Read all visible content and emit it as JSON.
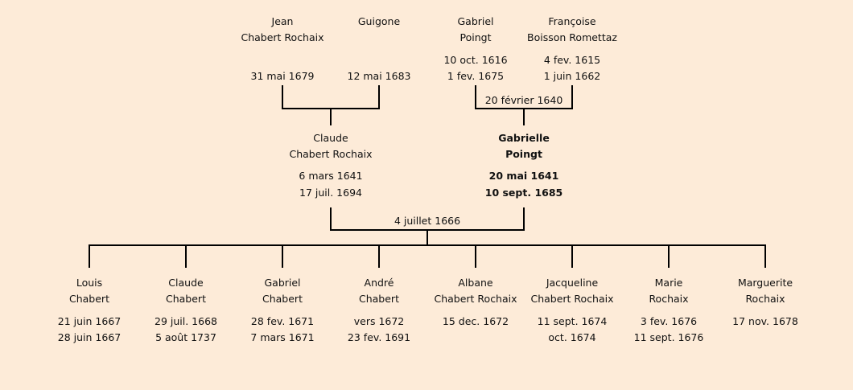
{
  "grandparents": [
    {
      "first": "Jean",
      "last": "Chabert Rochaix",
      "birth": "",
      "death": "31 mai 1679"
    },
    {
      "first": "Guigone",
      "last": "",
      "birth": "",
      "death": "12 mai 1683"
    },
    {
      "first": "Gabriel",
      "last": "Poingt",
      "birth": "10 oct. 1616",
      "death": "1 fev. 1675"
    },
    {
      "first": "Françoise",
      "last": "Boisson Romettaz",
      "birth": "4 fev. 1615",
      "death": "1 juin 1662"
    }
  ],
  "grandparents_marriage": "20 février 1640",
  "parents": [
    {
      "first": "Claude",
      "last": "Chabert Rochaix",
      "birth": "6 mars 1641",
      "death": "17 juil. 1694",
      "highlight": false
    },
    {
      "first": "Gabrielle",
      "last": "Poingt",
      "birth": "20 mai 1641",
      "death": "10 sept. 1685",
      "highlight": true
    }
  ],
  "parents_marriage": "4 juillet 1666",
  "children": [
    {
      "first": "Louis",
      "last": "Chabert",
      "birth": "21 juin 1667",
      "death": "28 juin 1667"
    },
    {
      "first": "Claude",
      "last": "Chabert",
      "birth": "29 juil. 1668",
      "death": "5 août 1737"
    },
    {
      "first": "Gabriel",
      "last": "Chabert",
      "birth": "28 fev. 1671",
      "death": "7 mars 1671"
    },
    {
      "first": "André",
      "last": "Chabert",
      "birth": "vers 1672",
      "death": "23 fev. 1691"
    },
    {
      "first": "Albane",
      "last": "Chabert Rochaix",
      "birth": "15 dec. 1672",
      "death": ""
    },
    {
      "first": "Jacqueline",
      "last": "Chabert Rochaix",
      "birth": "11 sept. 1674",
      "death": "oct. 1674"
    },
    {
      "first": "Marie",
      "last": "Rochaix",
      "birth": "3 fev. 1676",
      "death": "11 sept. 1676"
    },
    {
      "first": "Marguerite",
      "last": "Rochaix",
      "birth": "17 nov. 1678",
      "death": ""
    }
  ]
}
